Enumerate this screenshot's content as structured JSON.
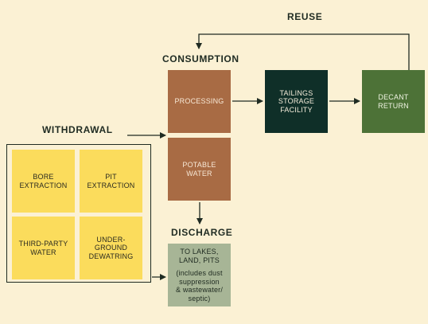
{
  "headings": {
    "reuse": "REUSE",
    "consumption": "CONSUMPTION",
    "withdrawal": "WITHDRAWAL",
    "discharge": "DISCHARGE"
  },
  "consumption": {
    "processing": "PROCESSING",
    "potable_water": "POTABLE\nWATER"
  },
  "tailings": "TAILINGS\nSTORAGE\nFACILITY",
  "decant": "DECANT\nRETURN",
  "withdrawal_sources": {
    "bore": "BORE\nEXTRACTION",
    "pit": "PIT\nEXTRACTION",
    "third_party": "THIRD-PARTY\nWATER",
    "underground": "UNDER-\nGROUND\nDEWATRING"
  },
  "discharge_box": {
    "title": "TO LAKES,\nLAND, PITS",
    "note": "(includes dust\nsuppression\n& wastewater/\nseptic)"
  },
  "colors": {
    "background": "#FBF1D4",
    "consumption_brown": "#A86B44",
    "tailings_dark": "#0F2F28",
    "decant_olive": "#4D7237",
    "withdrawal_yellow": "#FBDC5C",
    "discharge_sage": "#A7B596",
    "line": "#1F2B22"
  }
}
